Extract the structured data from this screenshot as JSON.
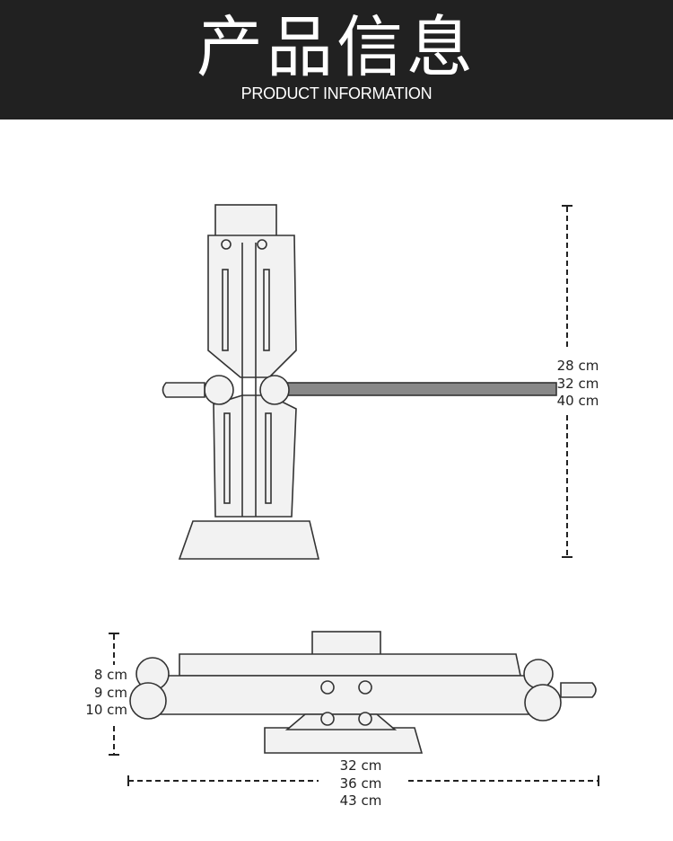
{
  "header": {
    "title_cn": "产品信息",
    "title_en": "PRODUCT INFORMATION"
  },
  "dimensions": {
    "height": [
      "28 cm",
      "32 cm",
      "40 cm"
    ],
    "folded_height": [
      "8 cm",
      "9 cm",
      "10 cm"
    ],
    "length": [
      "32 cm",
      "36 cm",
      "43 cm"
    ]
  }
}
